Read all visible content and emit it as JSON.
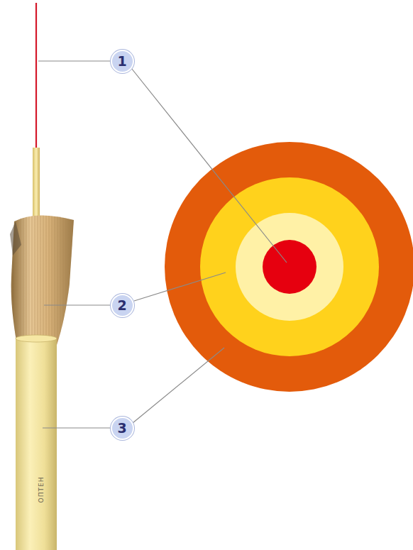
{
  "diagram": {
    "nodes": [
      {
        "text": [
          "1"
        ]
      },
      {
        "text": [
          "2"
        ]
      },
      {
        "text": [
          "3"
        ]
      }
    ],
    "labels": [
      "ОПТЕН"
    ]
  }
}
